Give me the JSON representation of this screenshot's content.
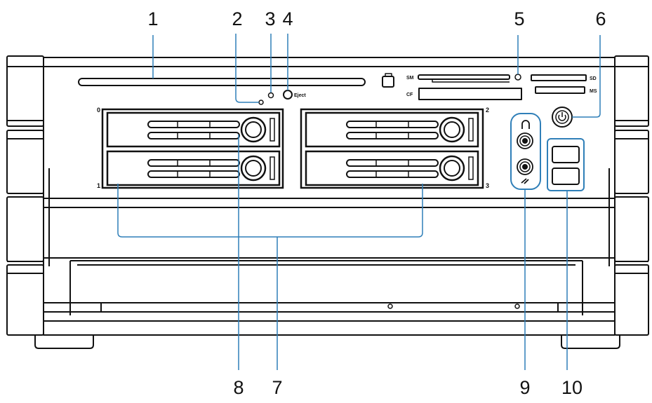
{
  "callouts": {
    "c1": "1",
    "c2": "2",
    "c3": "3",
    "c4": "4",
    "c5": "5",
    "c6": "6",
    "c7": "7",
    "c8": "8",
    "c9": "9",
    "c10": "10"
  },
  "panel_labels": {
    "eject": "Eject",
    "slot_top_left": "SM",
    "slot_top_right": "SD",
    "slot_cf": "CF",
    "slot_ms": "MS"
  },
  "bays": {
    "b0": "0",
    "b1": "1",
    "b2": "2",
    "b3": "3"
  },
  "colors": {
    "line": "#111111",
    "leader": "#2f7fb8",
    "background": "#ffffff"
  },
  "icons": [
    "headphone-icon",
    "microphone-icon",
    "power-icon",
    "usb-port-icon"
  ]
}
